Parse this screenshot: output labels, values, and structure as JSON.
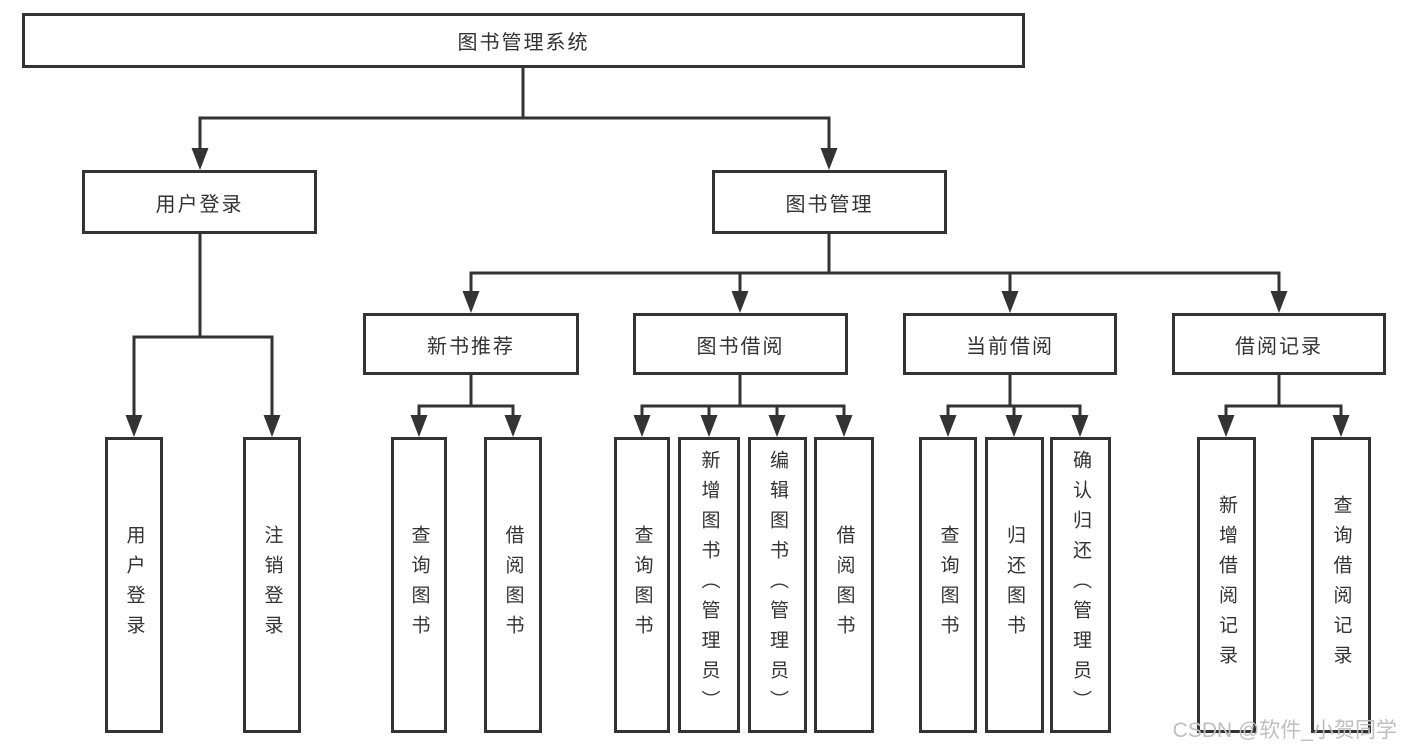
{
  "diagram": {
    "root": {
      "label": "图书管理系统"
    },
    "level2": {
      "user_login": {
        "label": "用户登录"
      },
      "book_mgmt": {
        "label": "图书管理"
      }
    },
    "level3": {
      "new_book": {
        "label": "新书推荐"
      },
      "book_borrow": {
        "label": "图书借阅"
      },
      "current_borrow": {
        "label": "当前借阅"
      },
      "borrow_record": {
        "label": "借阅记录"
      }
    },
    "leaves": {
      "user_login": [
        "用户登录",
        "注销登录"
      ],
      "new_book": [
        "查询图书",
        "借阅图书"
      ],
      "book_borrow": [
        "查询图书",
        "新增图书（管理员）",
        "编辑图书（管理员）",
        "借阅图书"
      ],
      "current_borrow": [
        "查询图书",
        "归还图书",
        "确认归还（管理员）"
      ],
      "borrow_record": [
        "新增借阅记录",
        "查询借阅记录"
      ]
    }
  },
  "watermark": {
    "text": "CSDN @软件_小贺同学"
  },
  "colors": {
    "line": "#333333",
    "text": "#333333",
    "watermark": "#bfbfbf",
    "background": "#ffffff"
  }
}
